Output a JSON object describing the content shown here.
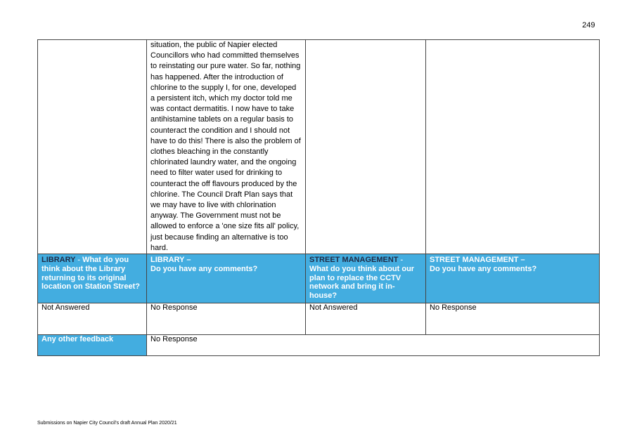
{
  "page_number": "249",
  "continued_text": "situation, the public of Napier elected Councillors who had committed themselves to reinstating our pure water. So far, nothing has happened. After the introduction of chlorine to the supply I, for one, developed a persistent itch, which my doctor told me was contact dermatitis. I now have to take antihistamine tablets on a regular basis to counteract the condition and I should not have to do this! There is also the problem of clothes bleaching in the constantly chlorinated laundry water, and the ongoing need to filter water used for drinking to counteract the off flavours produced by the chlorine. The Council Draft Plan says that we may have to live with chlorination anyway. The Government must not be allowed to enforce a 'one size fits all' policy, just because finding an alternative is too hard.",
  "headers": [
    {
      "prefix": "LIBRARY",
      "sep": " - ",
      "question": "What do you think about the Library returning to its original location on Station Street?"
    },
    {
      "prefix": "LIBRARY –",
      "sep": "",
      "question": "Do you have any comments?"
    },
    {
      "prefix": "STREET MANAGEMENT",
      "sep": " - ",
      "question": "What do you think about our plan to replace the CCTV network and bring it in-house?"
    },
    {
      "prefix": "STREET MANAGEMENT –",
      "sep": "",
      "question": "Do you have any comments?"
    }
  ],
  "responses": [
    "Not Answered",
    "No Response",
    "Not Answered",
    "No Response"
  ],
  "feedback": {
    "label": "Any other feedback",
    "value": "No Response"
  },
  "footer": "Submissions on Napier City Council's draft Annual Plan 2020/21",
  "colors": {
    "header_bg": "#43ade0",
    "prefix_dark": "#1f2a44",
    "dash_light": "#cfeaf8"
  }
}
